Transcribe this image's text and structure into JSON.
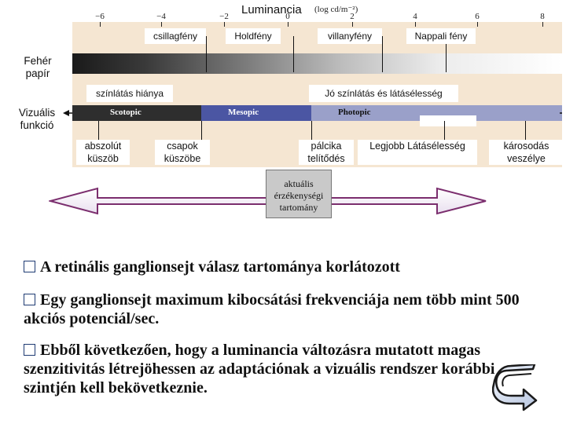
{
  "header": {
    "title": "Luminancia",
    "unit": "(log cd/m⁻²)",
    "ticks": [
      "−6",
      "−4",
      "−2",
      "0",
      "2",
      "4",
      "6",
      "8"
    ]
  },
  "sources": [
    "csillagfény",
    "Holdfény",
    "villanyfény",
    "Nappali fény"
  ],
  "left_labels": {
    "paper": "Fehér papír",
    "visual": "Vizuális funkció"
  },
  "vision_quality": {
    "none": "színlátás hiánya",
    "good": "Jó színlátás és látásélesség"
  },
  "vision_modes": [
    "Scotopic",
    "Mesopic",
    "Photopic"
  ],
  "thresholds": [
    "abszolút küszöb",
    "csapok küszöbe",
    "pálcika telítődés",
    "Legjobb Látásélesség",
    "károsodás veszélye"
  ],
  "range_label": "aktuális érzékenységi tartomány",
  "bullets": [
    "A retinális ganglionsejt válasz tartománya korlátozott",
    "Egy ganglionsejt  maximum kibocsátási frekvenciája nem több mint 500 akciós potenciál/sec.",
    "Ebből következően, hogy a luminancia változásra mutatott magas szenzitivitás létrejöhessen az adaptációnak a vizuális rendszer korábbi szintjén kell bekövetkeznie."
  ],
  "nav": {
    "icon": "return-arrow-icon"
  }
}
